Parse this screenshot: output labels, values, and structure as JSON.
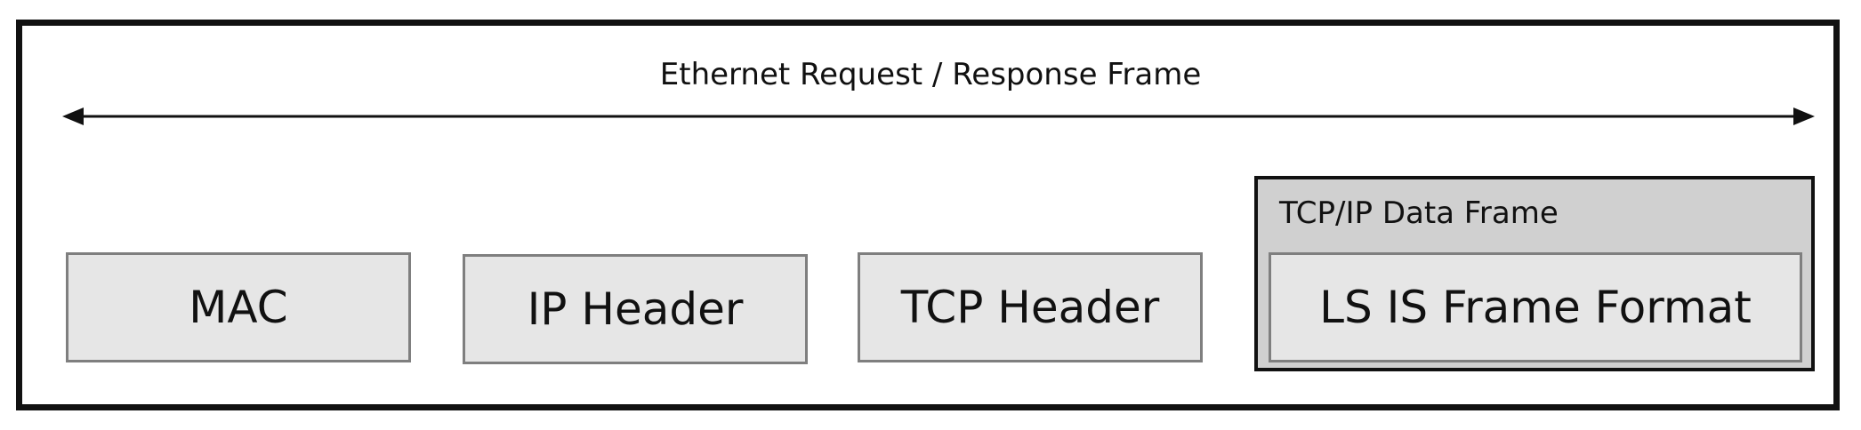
{
  "diagram": {
    "span_label": "Ethernet Request / Response Frame",
    "boxes": {
      "mac": "MAC",
      "ip_header": "IP Header",
      "tcp_header": "TCP Header"
    },
    "tcpip_frame": {
      "label": "TCP/IP Data Frame",
      "inner_box": "LS IS Frame Format"
    }
  },
  "colors": {
    "box_fill": "#e6e6e6",
    "box_border": "#7f7f7f",
    "container_fill": "#d0d0d0",
    "outline": "#111111"
  }
}
